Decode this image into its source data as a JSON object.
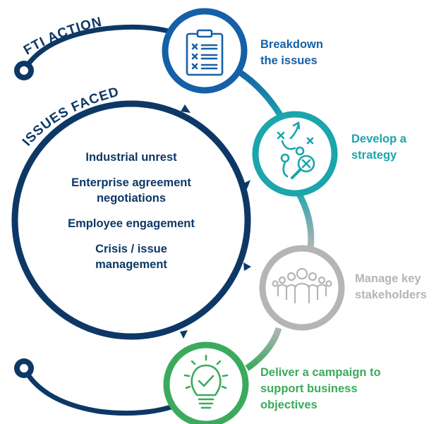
{
  "arc_labels": {
    "fti_action": "FTI ACTION",
    "issues_faced": "ISSUES FACED"
  },
  "issues": [
    "Industrial unrest",
    "Enterprise agreement negotiations",
    "Employee engagement",
    "Crisis / issue management"
  ],
  "steps": [
    {
      "label": "Breakdown the issues",
      "icon": "clipboard-checklist-icon",
      "color": "#1560a8"
    },
    {
      "label": "Develop a strategy",
      "icon": "strategy-magnifier-icon",
      "color": "#1ba5ac"
    },
    {
      "label": "Manage key stakeholders",
      "icon": "people-group-icon",
      "color": "#b5b5b5"
    },
    {
      "label": "Deliver a campaign to support business objectives",
      "icon": "lightbulb-check-icon",
      "color": "#3aab5c"
    }
  ],
  "colors": {
    "navy": "#0d3866",
    "blue": "#1560a8",
    "teal": "#1ba5ac",
    "grey": "#b5b5b5",
    "green": "#3aab5c"
  }
}
